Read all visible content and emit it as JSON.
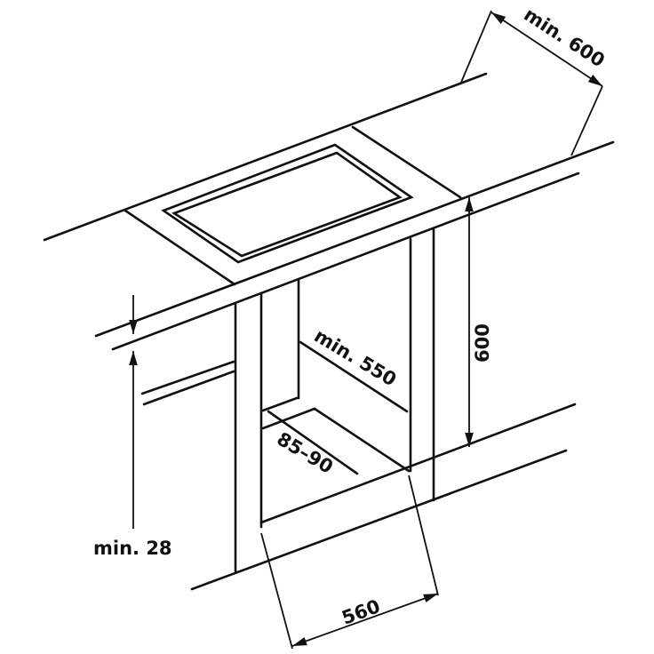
{
  "diagram": {
    "line_color": "#111111",
    "background": "#ffffff",
    "dimensions": {
      "depth_min": "min. 600",
      "cabinet_height": "600",
      "inner_depth_min": "min. 550",
      "gap": "85–90",
      "countertop_min": "min. 28",
      "cabinet_width": "560"
    }
  }
}
